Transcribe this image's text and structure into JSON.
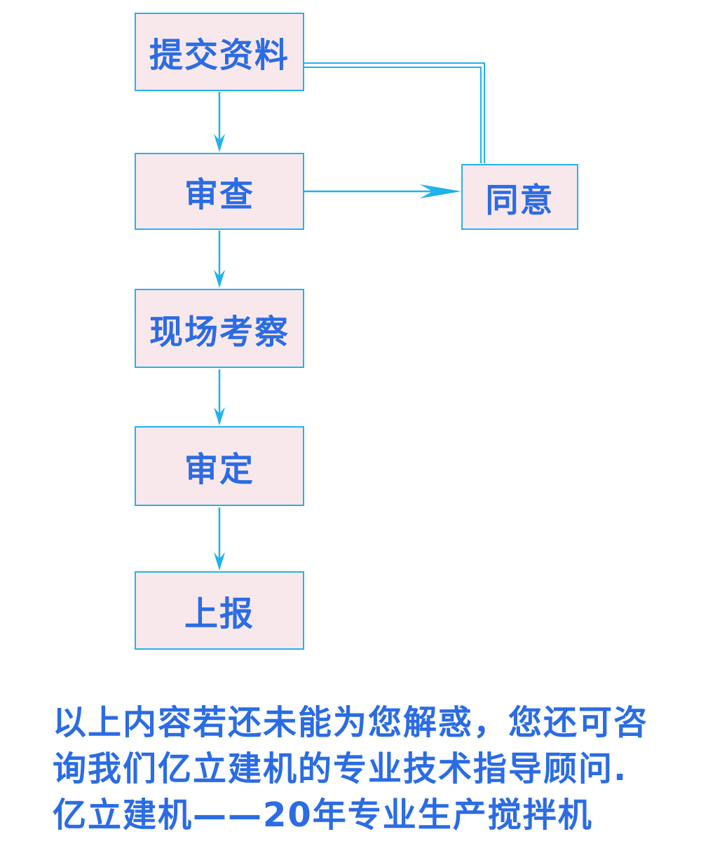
{
  "flowchart": {
    "nodes": [
      {
        "id": "submit",
        "label": "提交资料"
      },
      {
        "id": "review",
        "label": "审查"
      },
      {
        "id": "inspect",
        "label": "现场考察"
      },
      {
        "id": "approve",
        "label": "审定"
      },
      {
        "id": "report",
        "label": "上报"
      },
      {
        "id": "agree",
        "label": "同意"
      }
    ],
    "edges": [
      {
        "from": "submit",
        "to": "review",
        "style": "arrow-down"
      },
      {
        "from": "review",
        "to": "inspect",
        "style": "arrow-down"
      },
      {
        "from": "inspect",
        "to": "approve",
        "style": "arrow-down"
      },
      {
        "from": "approve",
        "to": "report",
        "style": "arrow-down"
      },
      {
        "from": "review",
        "to": "agree",
        "style": "arrow-right"
      },
      {
        "from": "submit",
        "to": "agree",
        "style": "double-line"
      }
    ]
  },
  "footer": {
    "lines": [
      "以上内容若还未能为您解惑，您还可咨",
      "询我们亿立建机的专业技术指导顾问.",
      "亿立建机——20年专业生产搅拌机"
    ]
  },
  "colors": {
    "box_fill": "#f9e8eb",
    "box_border": "#24b3ec",
    "connector": "#1fb2ee",
    "text_blue": "#2b6ce4",
    "background": "#ffffff"
  }
}
